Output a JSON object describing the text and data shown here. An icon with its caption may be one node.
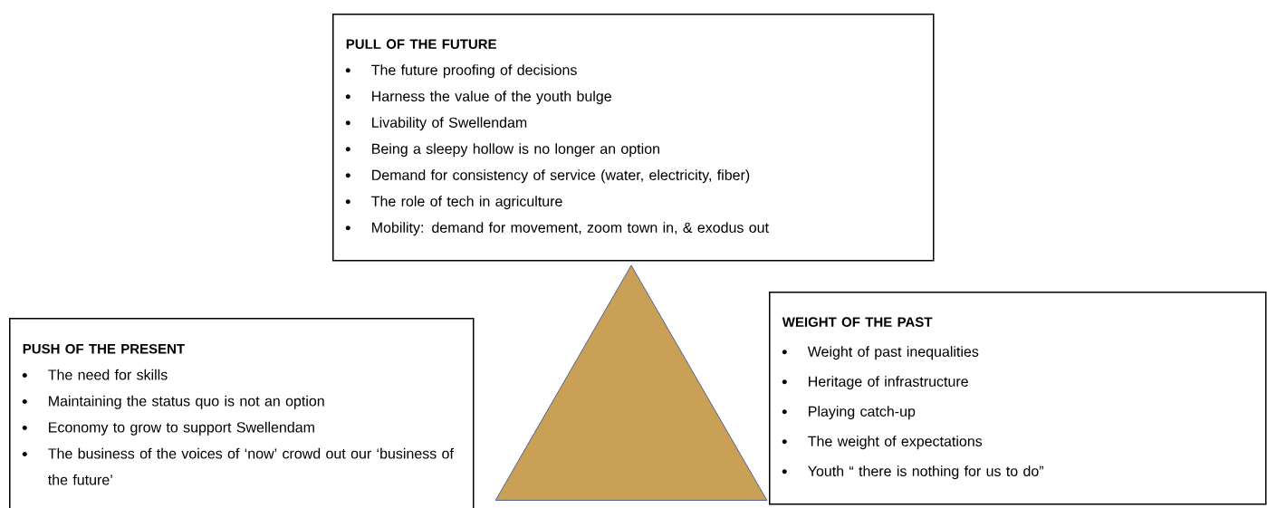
{
  "diagram": {
    "nodes": [
      {
        "text": [
          "PULL OF THE FUTURE",
          "The future proofing of decisions",
          "Harness the value of the youth bulge",
          "Livability of Swellendam",
          "Being a sleepy hollow is no longer an option",
          "Demand for consistency of service (water, electricity, fiber)",
          "The role of tech in agriculture",
          "Mobility: demand for movement, zoom town in, & exodus out"
        ]
      },
      {
        "text": [
          "PUSH OF THE PRESENT",
          "The need for skills",
          "Maintaining the status quo is not an option",
          "Economy to grow to support Swellendam",
          "The business of the voices of ‘now’ crowd out our ‘business of the future’"
        ]
      },
      {
        "text": [],
        "shape": "triangle"
      },
      {
        "text": [
          "WEIGHT OF THE PAST",
          "Weight of past inequalities",
          "Heritage of infrastructure",
          "Playing catch-up",
          "The weight of expectations",
          "Youth “ there is nothing for us to do”"
        ]
      }
    ]
  }
}
